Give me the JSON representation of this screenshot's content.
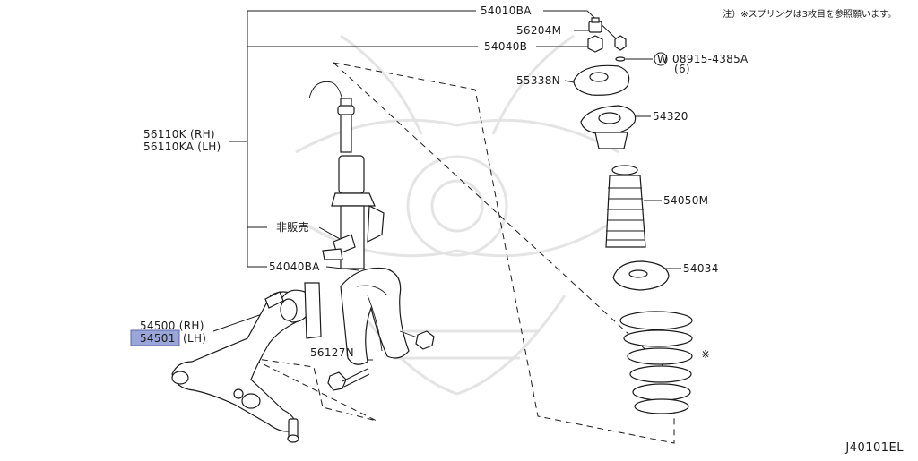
{
  "note": "注）※スプリングは3枚目を参照願います。",
  "diagram_code": "J40101EL",
  "labels": {
    "p54010BA": "54010BA",
    "p56204M": "56204M",
    "p54040B": "54040B",
    "w_mark": "W",
    "p08915": "08915-4385A",
    "p08915_qty": "(6)",
    "p55338N": "55338N",
    "p54320": "54320",
    "p56110K": "56110K (RH)",
    "p56110KA": "56110KA (LH)",
    "p54050M": "54050M",
    "hihanbai": "非販売",
    "p54040BA": "54040BA",
    "p54034": "54034",
    "p54500": "54500 (RH)",
    "p54501": "54501",
    "p54501_side": "(LH)",
    "p56127N": "56127N",
    "spring_mark": "※"
  },
  "colors": {
    "line": "#1a1a1a",
    "highlight": "#9aa6d8",
    "watermark": "#e4e4e4"
  }
}
